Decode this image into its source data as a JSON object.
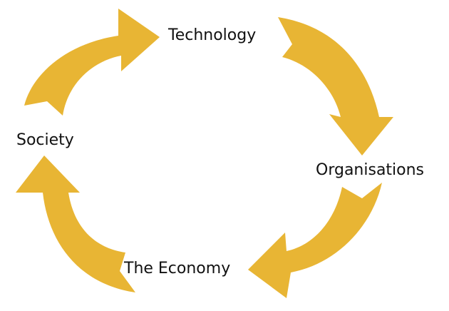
{
  "diagram": {
    "arrow_color": "#E8B534",
    "nodes": [
      {
        "id": "technology",
        "label": "Technology"
      },
      {
        "id": "organisations",
        "label": "Organisations"
      },
      {
        "id": "economy",
        "label": "The Economy"
      },
      {
        "id": "society",
        "label": "Society"
      }
    ]
  }
}
